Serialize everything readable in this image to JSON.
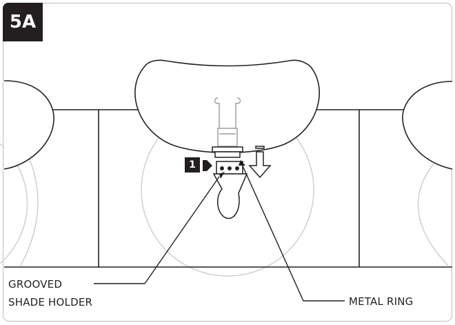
{
  "figure": {
    "step_label": "5A",
    "step_marker": "1"
  },
  "callouts": {
    "grooved_line1": "GROOVED",
    "grooved_line2": "SHADE HOLDER",
    "metal_ring": "METAL RING"
  },
  "colors": {
    "ink": "#231f20",
    "frame": "#bdbdbd",
    "ghost_circle": "#cfcfcf"
  }
}
